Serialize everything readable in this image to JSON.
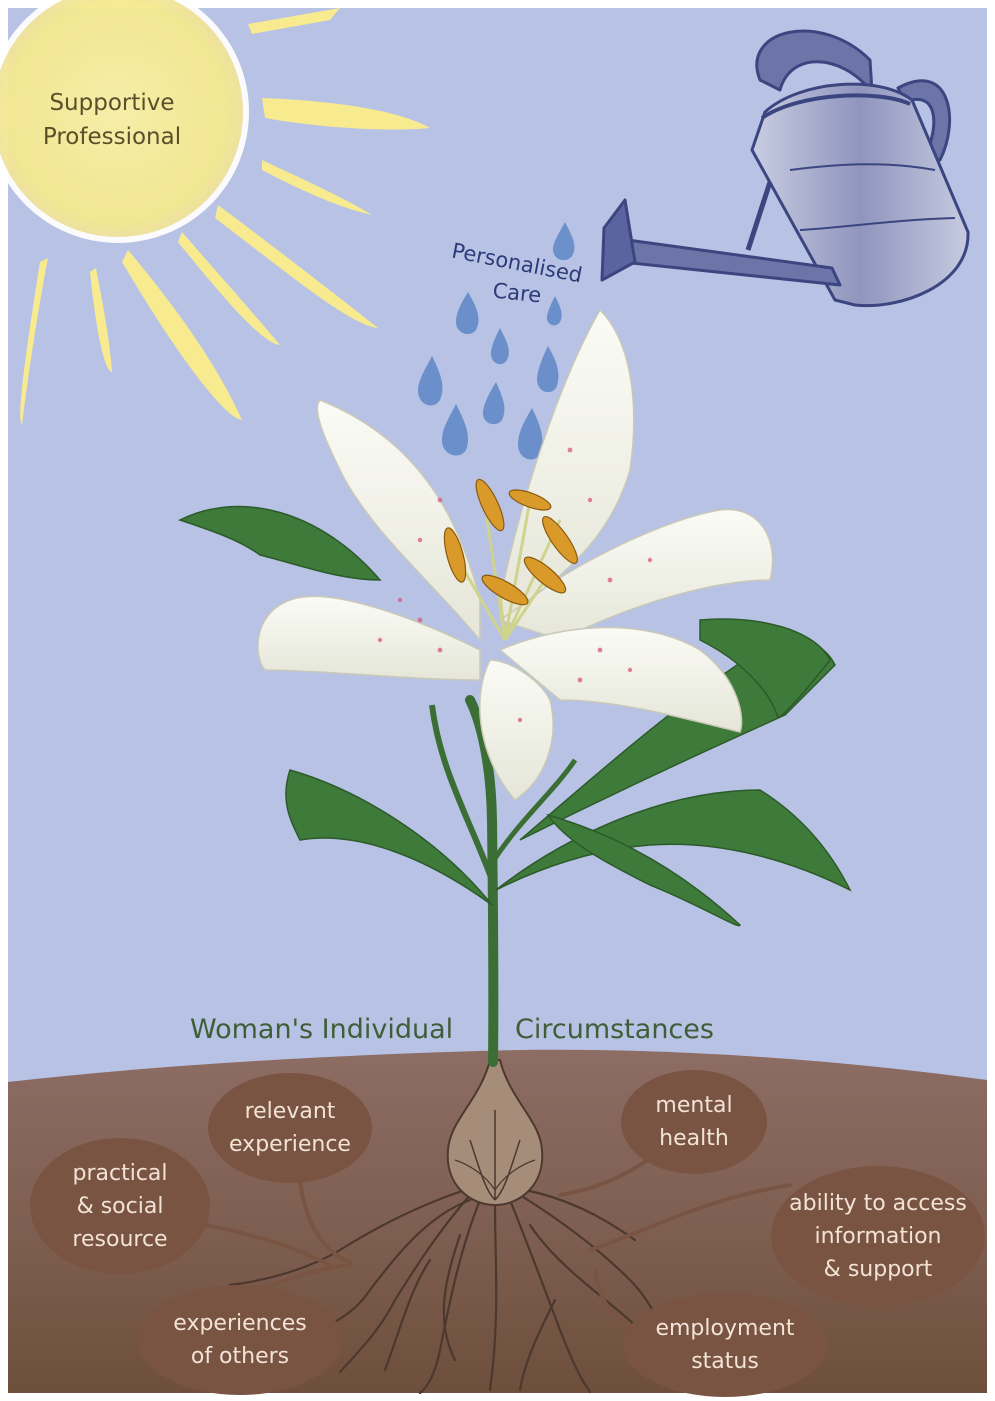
{
  "sun": {
    "label": "Supportive\nProfessional"
  },
  "watering_can": {
    "label_line1": "Personalised",
    "label_line2": "Care"
  },
  "ground": {
    "title_left": "Woman's Individual",
    "title_right": "Circumstances"
  },
  "factors": [
    {
      "id": "relevant-experience",
      "label": "relevant\nexperience"
    },
    {
      "id": "practical-social-resource",
      "label": "practical\n& social\nresource"
    },
    {
      "id": "experiences-of-others",
      "label": "experiences\nof others"
    },
    {
      "id": "mental-health",
      "label": "mental\nhealth"
    },
    {
      "id": "ability-to-access",
      "label": "ability to access\ninformation\n& support"
    },
    {
      "id": "employment-status",
      "label": "employment\nstatus"
    }
  ],
  "colors": {
    "sky": "#b8c2e4",
    "sun": "#f6ea95",
    "soil_top": "#8a6a60",
    "soil_bottom": "#72533f",
    "node_fill": "#7a5443",
    "node_text": "#f1e3d6",
    "leaf": "#3d7a3a",
    "drop": "#5d87c6",
    "can": "#3b4680"
  }
}
